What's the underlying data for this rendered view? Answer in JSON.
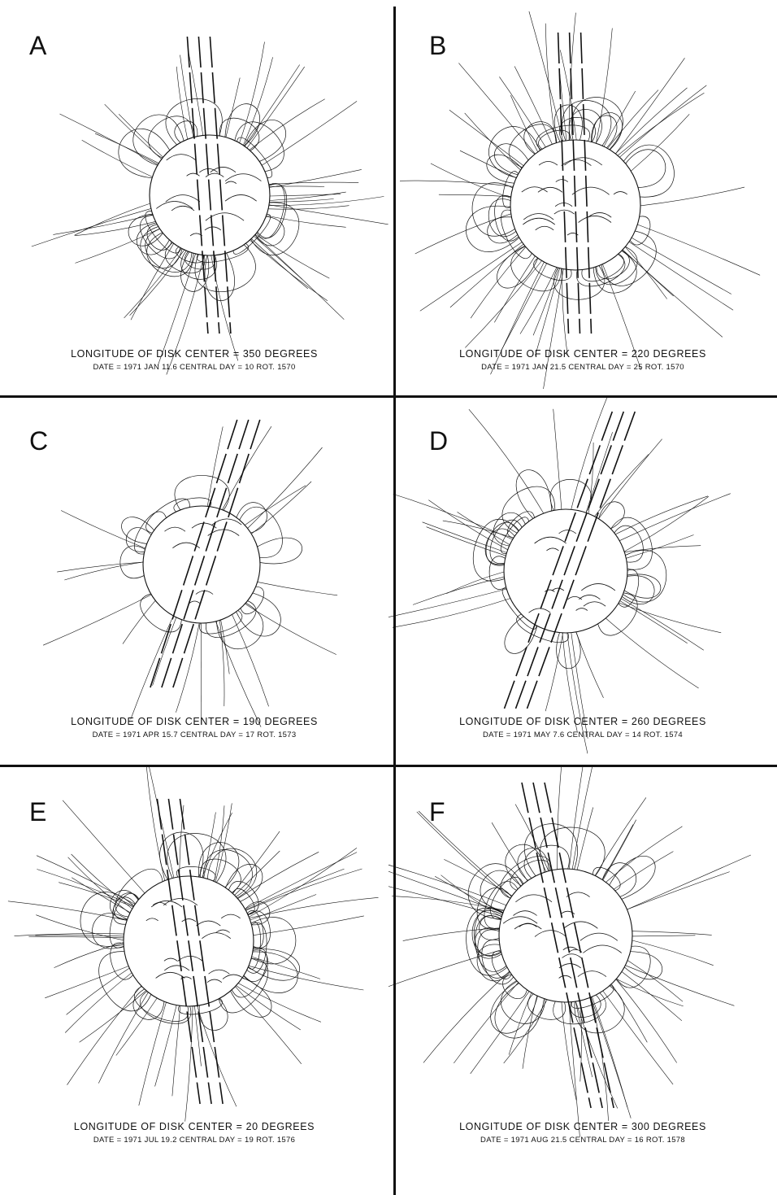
{
  "panels": [
    {
      "letter": "A",
      "line1": "LONGITUDE OF DISK CENTER = 350 DEGREES",
      "line2": "DATE = 1971 JAN 11.6   CENTRAL DAY = 10  ROT. 1570",
      "density": 1.2,
      "axis_tilt": 4
    },
    {
      "letter": "B",
      "line1": "LONGITUDE OF DISK CENTER = 220 DEGREES",
      "line2": "DATE = 1971 JAN 21.5   CENTRAL DAY = 25  ROT. 1570",
      "density": 1.3,
      "axis_tilt": 2
    },
    {
      "letter": "C",
      "line1": "LONGITUDE OF DISK CENTER = 190 DEGREES",
      "line2": "DATE = 1971 APR 15.7   CENTRAL DAY = 17  ROT. 1573",
      "density": 0.6,
      "axis_tilt": -18
    },
    {
      "letter": "D",
      "line1": "LONGITUDE OF DISK CENTER = 260 DEGREES",
      "line2": "DATE = 1971 MAY 7.6   CENTRAL DAY = 14  ROT. 1574",
      "density": 0.9,
      "axis_tilt": -20
    },
    {
      "letter": "E",
      "line1": "LONGITUDE OF DISK CENTER = 20 DEGREES",
      "line2": "DATE = 1971 JUL 19.2   CENTRAL DAY = 19  ROT. 1576",
      "density": 1.4,
      "axis_tilt": 8
    },
    {
      "letter": "F",
      "line1": "LONGITUDE OF DISK CENTER = 300 DEGREES",
      "line2": "DATE = 1971 AUG 21.5   CENTRAL DAY = 16  ROT. 1578",
      "density": 1.4,
      "axis_tilt": 12
    }
  ]
}
